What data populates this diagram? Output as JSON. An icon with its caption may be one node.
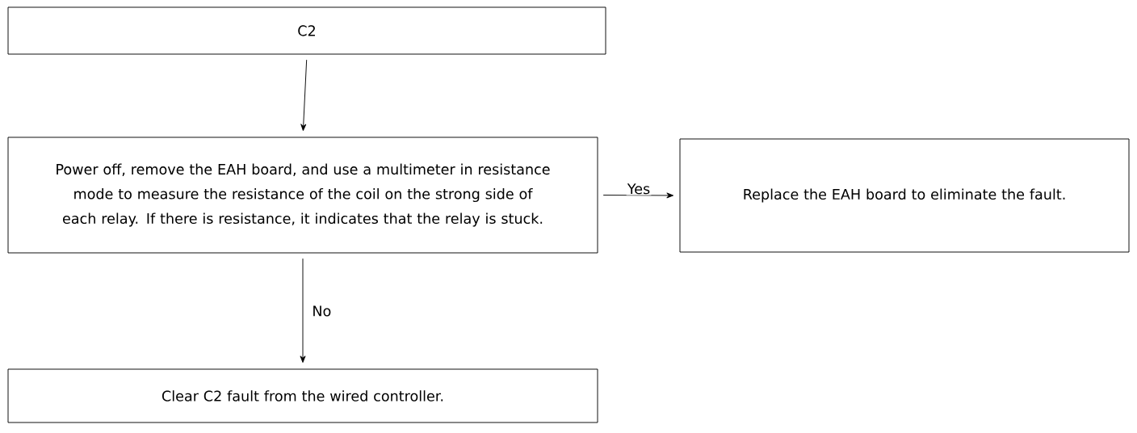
{
  "diagram": {
    "nodes": [
      {
        "text": [
          "C2"
        ]
      },
      {
        "text": [
          "Power off, remove the EAH board, and use a multimeter in resistance mode to measure the resistance of the coil on the strong side of each relay. If there is resistance, it indicates that the relay is stuck."
        ]
      },
      {
        "text": [
          "Replace the EAH board to eliminate the fault."
        ]
      },
      {
        "text": [
          "Clear C2 fault from the wired controller."
        ]
      }
    ],
    "edges": [
      {
        "from": 0,
        "to": 1,
        "arrow": "to"
      },
      {
        "from": 1,
        "to": 2,
        "arrow": "to",
        "label": "Yes"
      },
      {
        "from": 1,
        "to": 3,
        "arrow": "to",
        "label": "No"
      }
    ]
  }
}
